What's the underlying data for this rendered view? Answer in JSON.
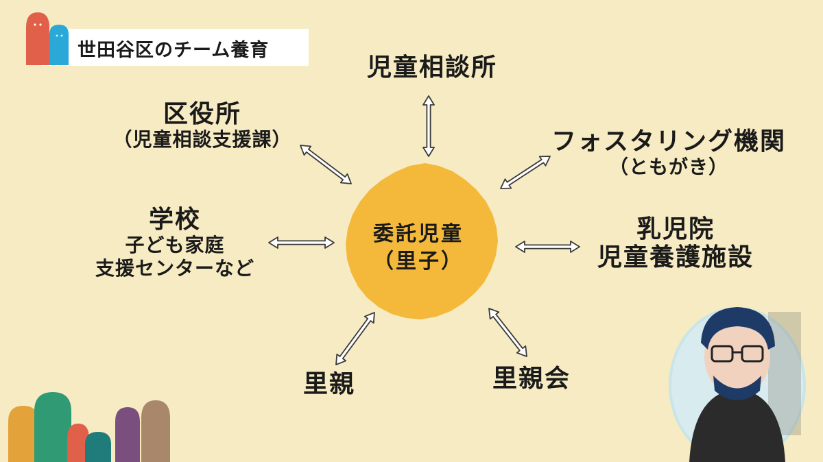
{
  "header": {
    "title": "世田谷区のチーム養育"
  },
  "center": {
    "line1": "委託児童",
    "line2": "（里子）",
    "color": "#f4b93a"
  },
  "nodes": {
    "jido_sodanjo": {
      "main": "児童相談所"
    },
    "kuyakusho": {
      "main": "区役所",
      "sub": "（児童相談支援課）"
    },
    "fostering": {
      "main": "フォスタリング機関",
      "sub": "（ともがき）"
    },
    "gakko": {
      "main": "学校",
      "sub1": "子ども家庭",
      "sub2": "支援センターなど"
    },
    "nyujiin": {
      "main1": "乳児院",
      "main2": "児童養護施設"
    },
    "satooya": {
      "main": "里親"
    },
    "satooyakai": {
      "main": "里親会"
    }
  },
  "colors": {
    "background": "#f6ebc2",
    "mascot_red": "#e0604a",
    "mascot_blue": "#2aa9d8",
    "mascot_orange": "#e4a23a",
    "mascot_green": "#2f9a74",
    "mascot_purple": "#7b4f7d",
    "mascot_tan": "#a8876a"
  }
}
